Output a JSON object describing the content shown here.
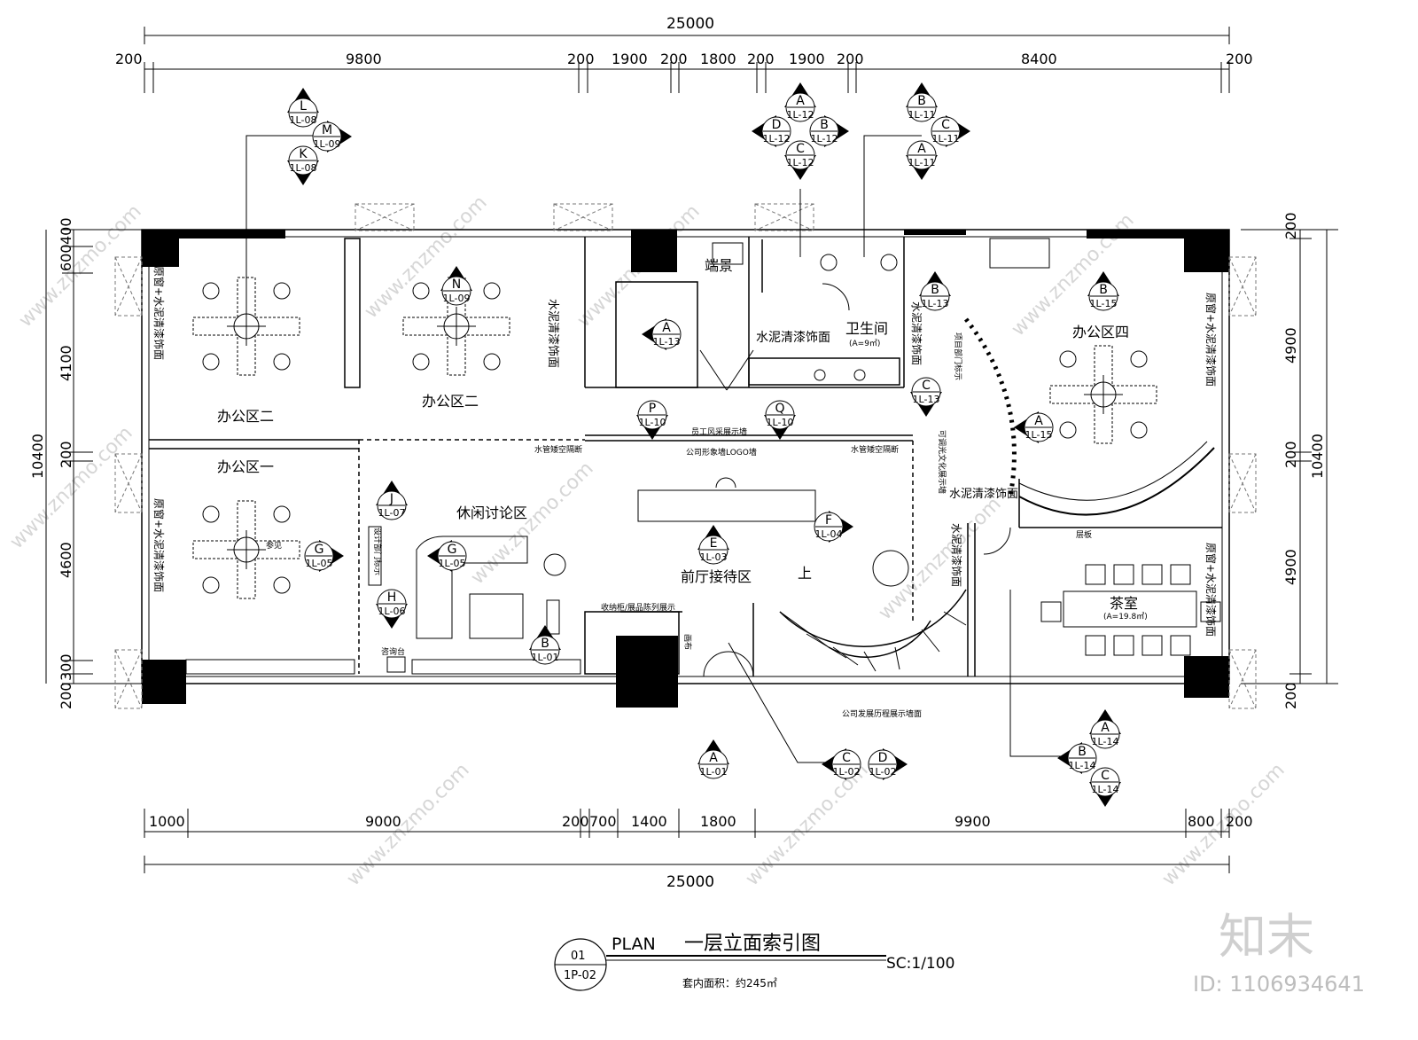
{
  "dimensions": {
    "top_total": "25000",
    "top_segments": [
      "200",
      "9800",
      "200",
      "1900",
      "200",
      "1800",
      "200",
      "1900",
      "200",
      "8400",
      "200"
    ],
    "bottom_segments": [
      "1000",
      "9000",
      "200",
      "700",
      "1400",
      "1800",
      "9900",
      "800",
      "200"
    ],
    "bottom_total": "25000",
    "left_segments": [
      "400",
      "600",
      "4100",
      "200",
      "4600",
      "300",
      "200"
    ],
    "left_total": "10400",
    "right_segments": [
      "200",
      "4900",
      "200",
      "4900",
      "200"
    ],
    "right_total": "10400"
  },
  "rooms": {
    "office2a": "办公区二",
    "office2b": "办公区二",
    "office1": "办公区一",
    "office4": "办公区四",
    "leisure": "休闲讨论区",
    "lobby": "前厅接待区",
    "tea": "茶室",
    "tea_area": "(A=19.8㎡)",
    "wc": "卫生间",
    "wc_area": "(A=9㎡)",
    "duanjing": "端景",
    "up": "上"
  },
  "notes": {
    "cement1": "水泥清漆饰面",
    "cement2": "水泥清漆饰面",
    "cement_v1": "水泥清漆饰面",
    "cement_v2": "水泥清漆饰面",
    "cement_v3": "水泥清漆饰面",
    "win_left1": "原窗+水泥清漆饰面",
    "win_left2": "原窗+水泥清漆饰面",
    "win_right1": "原窗+水泥清漆饰面",
    "win_right2": "原窗+水泥清漆饰面",
    "staff": "员工风采展示墙",
    "logo": "公司形象墙LOGO墙",
    "pipe1": "水管矮空隔断",
    "pipe2": "水管矮空隔断",
    "history": "公司发展历程展示墙面",
    "project": "项目部门标示",
    "design": "设计部门标示",
    "culture": "可调光文化展示墙",
    "panel": "层板",
    "consult": "咨询台",
    "cabinet": "收纳柜/展品陈列展示",
    "canvas": "画布",
    "ref": "参见"
  },
  "markers": [
    {
      "top": "L",
      "bottom": "1L-08"
    },
    {
      "top": "M",
      "bottom": "1L-09"
    },
    {
      "top": "K",
      "bottom": "1L-08"
    },
    {
      "top": "A",
      "bottom": "1L-12"
    },
    {
      "top": "D",
      "bottom": "1L-12"
    },
    {
      "top": "B",
      "bottom": "1L-12"
    },
    {
      "top": "C",
      "bottom": "1L-12"
    },
    {
      "top": "B",
      "bottom": "1L-11"
    },
    {
      "top": "C",
      "bottom": "1L-11"
    },
    {
      "top": "A",
      "bottom": "1L-11"
    },
    {
      "top": "N",
      "bottom": "1L-09"
    },
    {
      "top": "A",
      "bottom": "1L-13"
    },
    {
      "top": "B",
      "bottom": "1L-13"
    },
    {
      "top": "C",
      "bottom": "1L-13"
    },
    {
      "top": "B",
      "bottom": "1L-15"
    },
    {
      "top": "A",
      "bottom": "1L-15"
    },
    {
      "top": "P",
      "bottom": "1L-10"
    },
    {
      "top": "Q",
      "bottom": "1L-10"
    },
    {
      "top": "J",
      "bottom": "1L-07"
    },
    {
      "top": "G",
      "bottom": "1L-05"
    },
    {
      "top": "G",
      "bottom": "1L-05"
    },
    {
      "top": "E",
      "bottom": "1L-03"
    },
    {
      "top": "F",
      "bottom": "1L-04"
    },
    {
      "top": "H",
      "bottom": "1L-06"
    },
    {
      "top": "B",
      "bottom": "1L-01"
    },
    {
      "top": "A",
      "bottom": "1L-01"
    },
    {
      "top": "C",
      "bottom": "1L-02"
    },
    {
      "top": "D",
      "bottom": "1L-02"
    },
    {
      "top": "A",
      "bottom": "1L-14"
    },
    {
      "top": "B",
      "bottom": "1L-14"
    },
    {
      "top": "C",
      "bottom": "1L-14"
    }
  ],
  "title": {
    "num": "01",
    "sheet": "1P-02",
    "plan": "PLAN",
    "name": "一层立面索引图",
    "scale": "SC:1/100",
    "area": "套内面积：约245㎡"
  },
  "watermark": {
    "brand": "知末",
    "id": "ID: 1106934641",
    "site": "www.znzmo.com"
  }
}
